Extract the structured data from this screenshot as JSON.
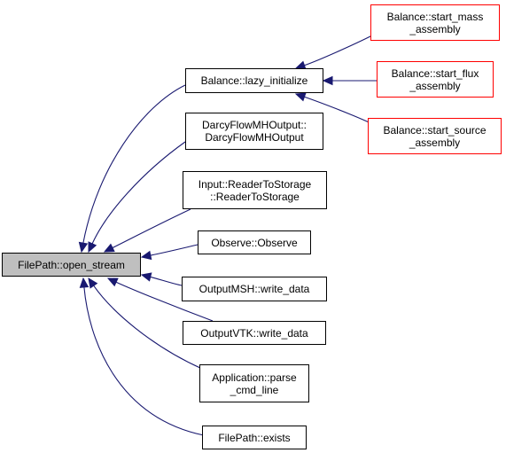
{
  "colors": {
    "edge": "#191970",
    "root_fill": "#bfbfbf",
    "border": "#000000",
    "highlight_border": "#ff0000"
  },
  "nodes": {
    "root": "FilePath::open_stream",
    "lazy_initialize": "Balance::lazy_initialize",
    "start_mass": "Balance::start_mass\n_assembly",
    "start_flux": "Balance::start_flux\n_assembly",
    "start_source": "Balance::start_source\n_assembly",
    "darcy": "DarcyFlowMHOutput::\nDarcyFlowMHOutput",
    "reader": "Input::ReaderToStorage\n::ReaderToStorage",
    "observe": "Observe::Observe",
    "msh": "OutputMSH::write_data",
    "vtk": "OutputVTK::write_data",
    "parse": "Application::parse\n_cmd_line",
    "exists": "FilePath::exists"
  },
  "edges": [
    {
      "from": "lazy_initialize",
      "to": "root"
    },
    {
      "from": "darcy",
      "to": "root"
    },
    {
      "from": "reader",
      "to": "root"
    },
    {
      "from": "observe",
      "to": "root"
    },
    {
      "from": "msh",
      "to": "root"
    },
    {
      "from": "vtk",
      "to": "root"
    },
    {
      "from": "parse",
      "to": "root"
    },
    {
      "from": "exists",
      "to": "root"
    },
    {
      "from": "start_mass",
      "to": "lazy_initialize"
    },
    {
      "from": "start_flux",
      "to": "lazy_initialize"
    },
    {
      "from": "start_source",
      "to": "lazy_initialize"
    }
  ]
}
